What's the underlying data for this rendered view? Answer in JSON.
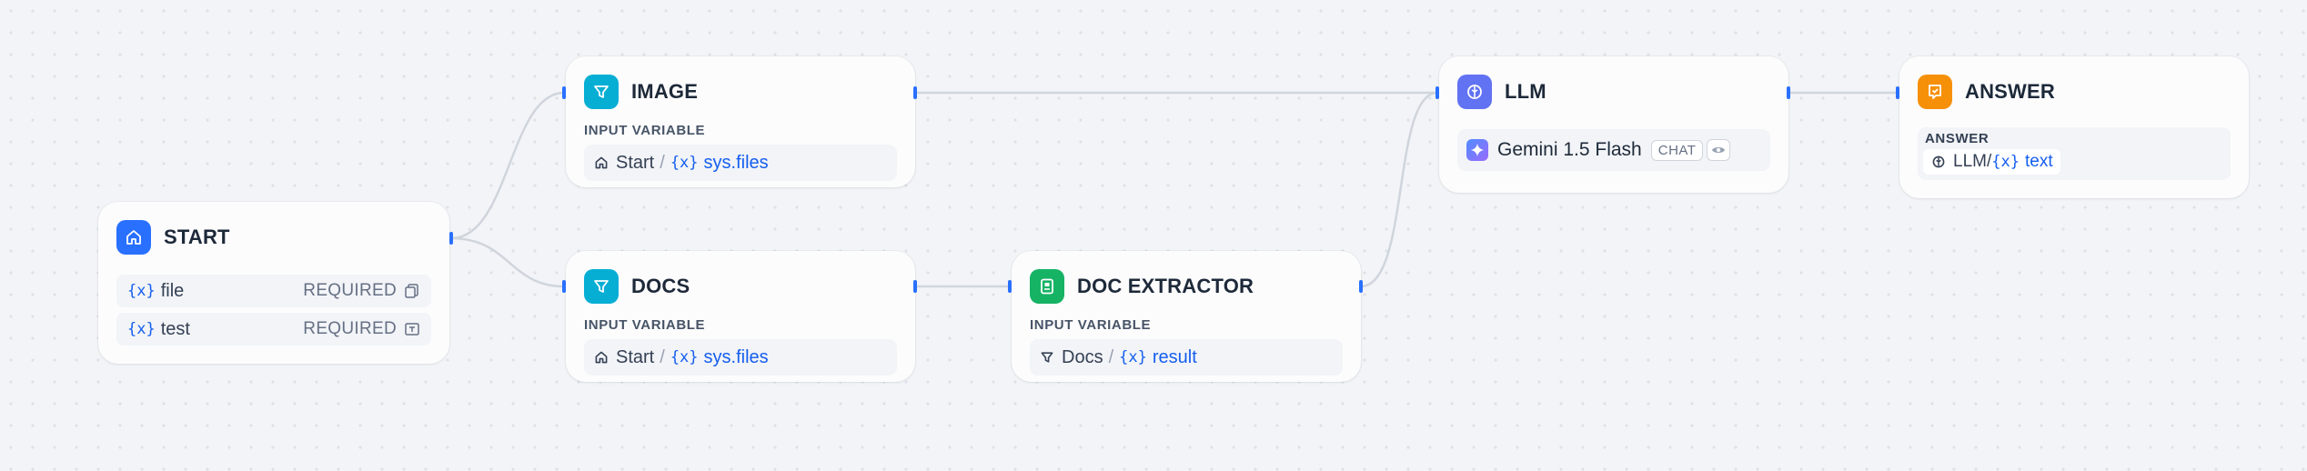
{
  "nodes": {
    "start": {
      "title": "START",
      "variables": [
        {
          "name": "file",
          "tag": "REQUIRED"
        },
        {
          "name": "test",
          "tag": "REQUIRED"
        }
      ]
    },
    "image": {
      "title": "IMAGE",
      "section_label": "INPUT VARIABLE",
      "source_node": "Start",
      "variable": "sys.files"
    },
    "docs": {
      "title": "DOCS",
      "section_label": "INPUT VARIABLE",
      "source_node": "Start",
      "variable": "sys.files"
    },
    "doc_extractor": {
      "title": "DOC EXTRACTOR",
      "section_label": "INPUT VARIABLE",
      "source_node": "Docs",
      "variable": "result"
    },
    "llm": {
      "title": "LLM",
      "model": "Gemini 1.5 Flash",
      "mode_badge": "CHAT"
    },
    "answer": {
      "title": "ANSWER",
      "section_label": "ANSWER",
      "source_node": "LLM",
      "variable": "text"
    }
  },
  "separator": "/",
  "var_brace": "{x}",
  "colors": {
    "start_icon": "#2970ff",
    "filter_icon": "#06aed4",
    "extractor_icon": "#16b364",
    "llm_icon": "#6172f3",
    "answer_icon": "#f79009",
    "edge": "#d0d5dd",
    "handle": "#2970ff",
    "variable_text": "#155eef"
  }
}
